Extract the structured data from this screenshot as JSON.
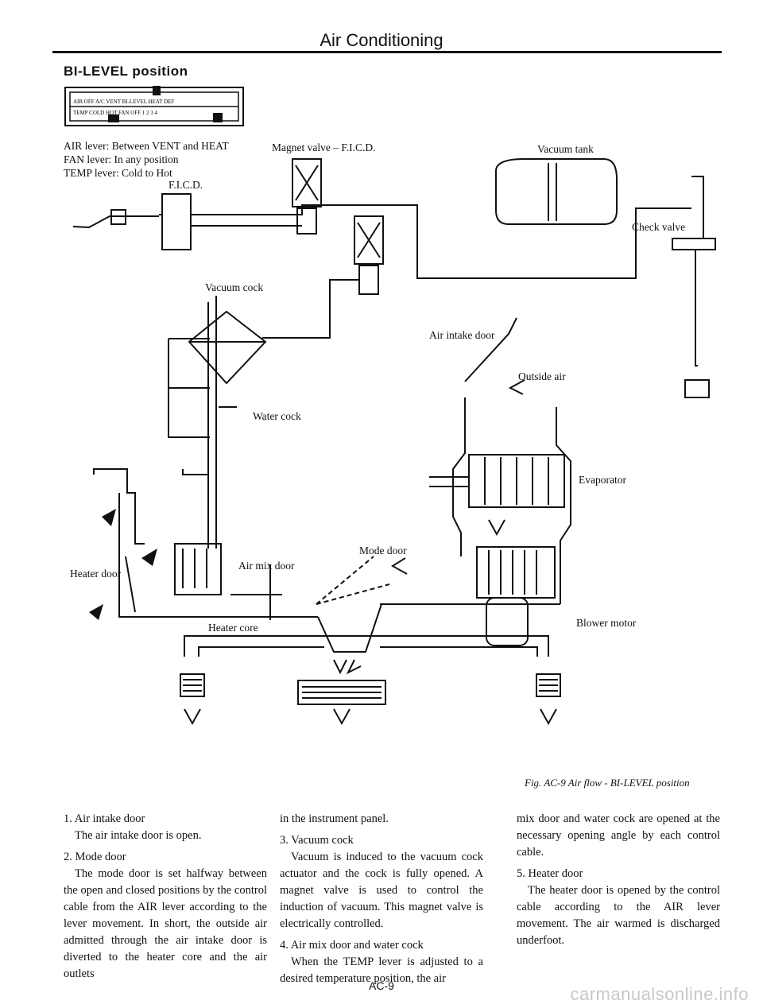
{
  "header": {
    "title": "Air Conditioning"
  },
  "section_title": "BI-LEVEL position",
  "control_panel": {
    "row1": "AIR OFF A/C   VENT  BI-LEVEL  HEAT  DEF",
    "row2": "TEMP COLD     HOT   FAN OFF  1  2  3  4"
  },
  "lever_notes": [
    "AIR lever:  Between VENT and HEAT",
    "FAN lever:  In any position",
    "TEMP lever:  Cold to Hot"
  ],
  "diagram_labels": {
    "magnet_valve": "Magnet valve – F.I.C.D.",
    "fiCD": "F.I.C.D.",
    "vacuum_tank": "Vacuum tank",
    "check_valve": "Check valve",
    "vacuum_cock": "Vacuum cock",
    "air_intake_door": "Air intake door",
    "outside_air": "Outside air",
    "water_cock": "Water cock",
    "evaporator": "Evaporator",
    "heater_door": "Heater door",
    "air_mix_door": "Air mix door",
    "mode_door": "Mode door",
    "heater_core": "Heater core",
    "blower_motor": "Blower motor"
  },
  "figure_caption": "Fig. AC-9  Air flow - BI-LEVEL position",
  "body": {
    "col1": [
      {
        "head": "1.  Air intake door",
        "text": "The air intake door is open."
      },
      {
        "head": "2.  Mode door",
        "text": "The mode door is set halfway between the open and closed positions by the control cable from the AIR lever according to the lever movement. In short, the outside air admitted through the air intake door is diverted to the heater core and the air outlets"
      }
    ],
    "col2_continuation": "in the instrument panel.",
    "col2": [
      {
        "head": "3.  Vacuum cock",
        "text": "Vacuum is induced to the vacuum cock actuator and the cock is fully opened. A magnet valve is used to control the induction of vacuum. This magnet valve is electrically controlled."
      },
      {
        "head": "4.  Air mix door and water cock",
        "text": "When the TEMP lever is adjusted to a desired temperature position, the air"
      }
    ],
    "col3_continuation": "mix door and water cock are opened at the necessary opening angle by each control cable.",
    "col3": [
      {
        "head": "5.  Heater door",
        "text": "The heater door is opened by the control cable according to the AIR lever movement. The air warmed is discharged underfoot."
      }
    ]
  },
  "page_number": "AC-9",
  "watermark": "carmanualsonline.info"
}
